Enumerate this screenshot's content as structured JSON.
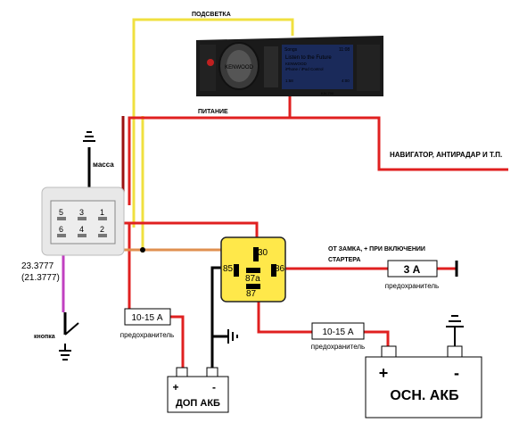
{
  "labels": {
    "podsvetka": "ПОДСВЕТКА",
    "pitanie": "ПИТАНИЕ",
    "navigator": "НАВИГАТОР, АНТИРАДАР И Т.П.",
    "massa": "масса",
    "part_number": "23.3777",
    "part_number_alt": "(21.3777)",
    "knopka": "кнопка",
    "ignition_line1": "ОТ ЗАМКА, + ПРИ ВКЛЮЧЕНИИ",
    "ignition_line2": "СТАРТЕРА",
    "fuse_label": "предохранитель",
    "fuse_aux_value": "10-15 А",
    "fuse_main_value": "10-15 А",
    "fuse_ign_value": "3 А",
    "aux_battery": "ДОП АКБ",
    "main_battery": "ОСН. АКБ",
    "plus": "+",
    "minus": "-"
  },
  "switch_pins": [
    "5",
    "3",
    "1",
    "6",
    "4",
    "2"
  ],
  "relay_pins": [
    "30",
    "85",
    "86",
    "87а",
    "87"
  ],
  "head_unit": {
    "brand": "KENWOOD",
    "screen_top": "Songs",
    "screen_clock": "11:08",
    "screen_line1": "Listen to the Future",
    "screen_line2": "KENWOOD",
    "screen_line3": "iPhone / iPod Control",
    "screen_time": "1:58",
    "screen_time_end": "4:00",
    "model": "KIV-700"
  },
  "colors": {
    "yellow_wire": "#f0e040",
    "red_wire": "#e02020",
    "dark_red_wire": "#9a1010",
    "orange_wire": "#e09050",
    "purple_wire": "#c040c0",
    "relay_fill": "#ffe84a"
  }
}
